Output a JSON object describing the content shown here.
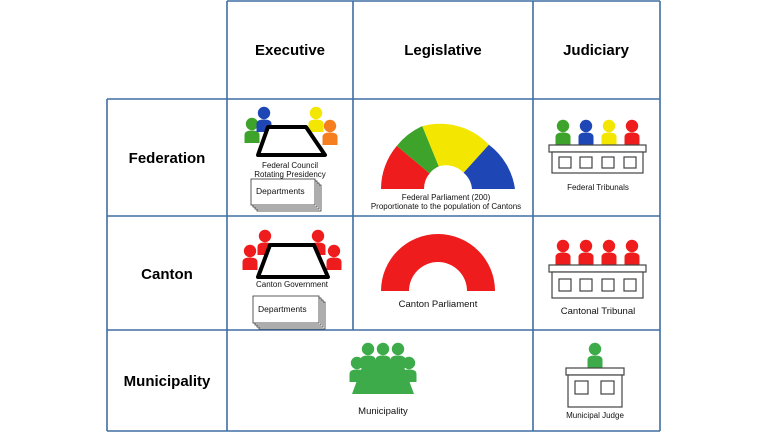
{
  "columns": [
    "Executive",
    "Legislative",
    "Judiciary"
  ],
  "rows": [
    "Federation",
    "Canton",
    "Municipality"
  ],
  "federation": {
    "executive_caption_1": "Federal Council",
    "executive_caption_2": "Rotating Presidency",
    "departments": "Departments",
    "legislative_caption_1": "Federal Parliament (200)",
    "legislative_caption_2": "Proportionate to the population of Cantons",
    "judiciary_caption": "Federal Tribunals"
  },
  "canton": {
    "executive_caption": "Canton Government",
    "departments": "Departments",
    "legislative_caption": "Canton Parliament",
    "judiciary_caption": "Cantonal Tribunal"
  },
  "municipality": {
    "executive_caption": "Municipality",
    "judiciary_caption": "Municipal Judge"
  },
  "colors": {
    "grid": "#3f6ea2",
    "red": "#ee1c1c",
    "green": "#3ea32a",
    "yellow": "#f3e600",
    "blue": "#1e46b4",
    "orange": "#f57f1e",
    "muni_green": "#3dab4a"
  }
}
